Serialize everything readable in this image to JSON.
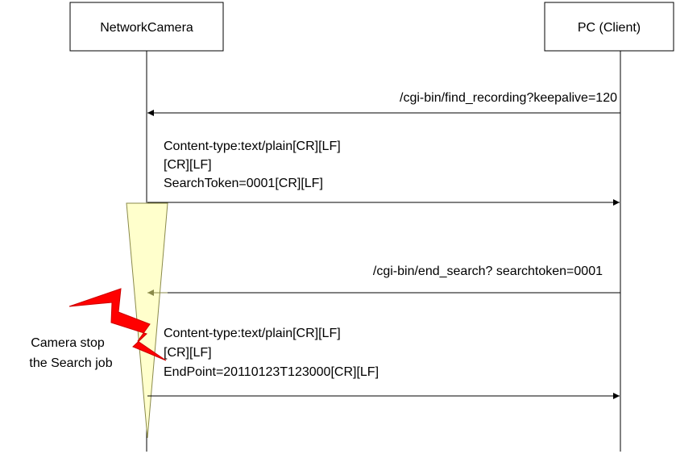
{
  "participants": {
    "camera": "NetworkCamera",
    "client": "PC (Client)"
  },
  "messages": {
    "find_request": "/cgi-bin/find_recording?keepalive=120",
    "search_response_lines": [
      "Content-type:text/plain[CR][LF]",
      "[CR][LF]",
      "SearchToken=0001[CR][LF]"
    ],
    "end_request": "/cgi-bin/end_search? searchtoken=0001",
    "end_response_lines": [
      "Content-type:text/plain[CR][LF]",
      "[CR][LF]",
      "EndPoint=20110123T123000[CR][LF]"
    ]
  },
  "annotation": {
    "lines": [
      "Camera stop",
      "the Search job"
    ]
  },
  "colors": {
    "activation_fill": "#ffffcc",
    "lightning": "#ff0000",
    "line": "#000000"
  }
}
